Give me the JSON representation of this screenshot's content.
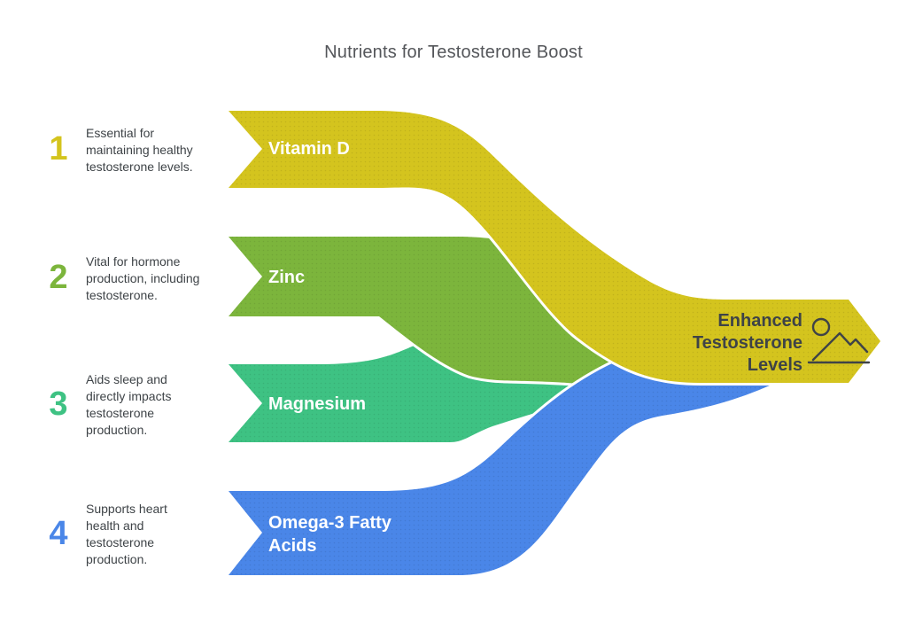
{
  "title": "Nutrients for Testosterone Boost",
  "items": [
    {
      "number": "1",
      "color": "#d4c41e",
      "description": "Essential for maintaining healthy testosterone levels.",
      "label": "Vitamin D"
    },
    {
      "number": "2",
      "color": "#7cb53c",
      "description": "Vital for hormone production, including testosterone.",
      "label": "Zinc"
    },
    {
      "number": "3",
      "color": "#3ec283",
      "description": "Aids sleep and directly impacts testosterone production.",
      "label": "Magnesium"
    },
    {
      "number": "4",
      "color": "#4a86e8",
      "description": "Supports heart health and testosterone production.",
      "label": "Omega-3 Fatty Acids"
    }
  ],
  "result": {
    "label": "Enhanced Testosterone Levels",
    "icon": "mountain-icon"
  },
  "colors": {
    "title_text": "#54565a",
    "body_text": "#3e4347",
    "band_label_text": "#ffffff",
    "icon_stroke": "#3f4347",
    "background": "#ffffff"
  }
}
